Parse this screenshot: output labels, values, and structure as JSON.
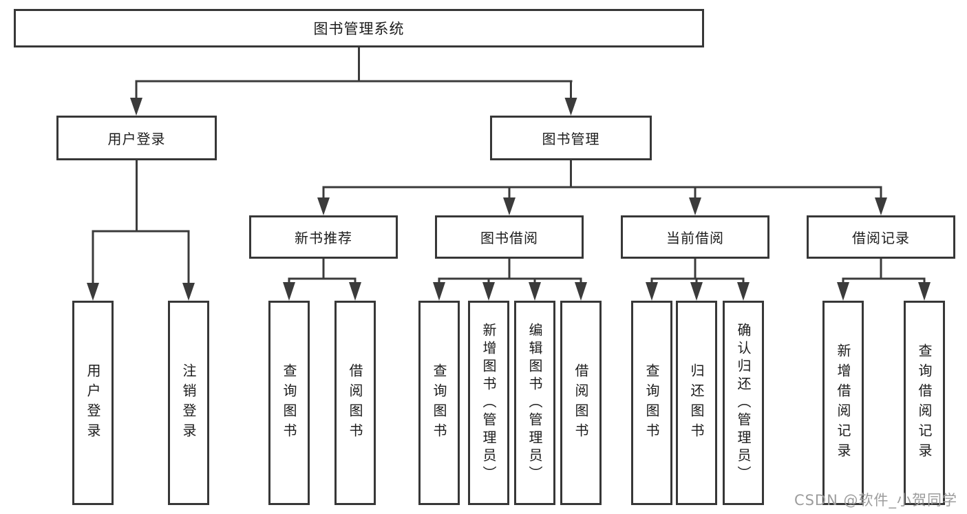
{
  "diagram": {
    "root": "图书管理系统",
    "level2": {
      "user_login": "用户登录",
      "book_management": "图书管理"
    },
    "level3": {
      "new_books": "新书推荐",
      "book_borrowing": "图书借阅",
      "current_borrowing": "当前借阅",
      "borrowing_records": "借阅记录"
    },
    "leaves": {
      "user_login": [
        "用户登录",
        "注销登录"
      ],
      "new_books": [
        "查询图书",
        "借阅图书"
      ],
      "book_borrowing": [
        "查询图书",
        "新增图书（管理员）",
        "编辑图书（管理员）",
        "借阅图书"
      ],
      "current_borrowing": [
        "查询图书",
        "归还图书",
        "确认归还（管理员）"
      ],
      "borrowing_records": [
        "新增借阅记录",
        "查询借阅记录"
      ]
    }
  },
  "watermark": "CSDN @软件_小贺同学",
  "colors": {
    "line": "#3b3b3b",
    "text": "#1c1c1c",
    "watermark": "#9c9c9c",
    "background": "#ffffff"
  }
}
